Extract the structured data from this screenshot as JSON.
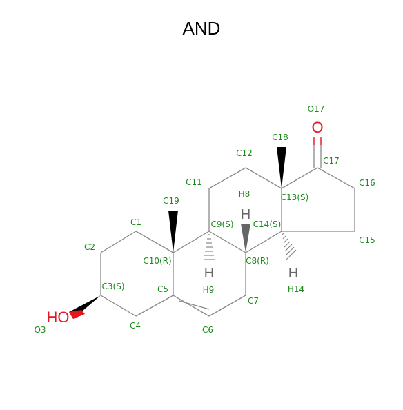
{
  "title": "AND",
  "atoms": {
    "o17": "O",
    "ho": "HO",
    "h8": "H",
    "h9": "H",
    "h14": "H"
  },
  "labels": {
    "O17": "O17",
    "C18": "C18",
    "C17": "C17",
    "C12": "C12",
    "C16": "C16",
    "C11": "C11",
    "H8": "H8",
    "C13": "C13(S)",
    "C19": "C19",
    "C1": "C1",
    "C9": "C9(S)",
    "C14": "C14(S)",
    "C15": "C15",
    "C2": "C2",
    "C10": "C10(R)",
    "C8": "C8(R)",
    "C3": "C3(S)",
    "C5": "C5",
    "H9": "H9",
    "H14": "H14",
    "C7": "C7",
    "HO3": "O3",
    "C4": "C4",
    "C6": "C6"
  },
  "colors": {
    "label": "#1a8a1a",
    "oxygen": "#e8141e",
    "bond": "#888888",
    "hydrogen": "#666666"
  }
}
